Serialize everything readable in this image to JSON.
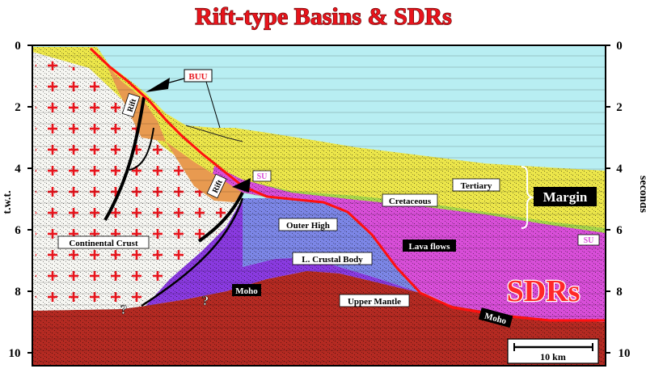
{
  "title": "Rift-type Basins & SDRs",
  "axes": {
    "left_label": "t.w.t.",
    "right_label": "seconds",
    "ticks": [
      "0",
      "2",
      "4",
      "6",
      "8",
      "10"
    ]
  },
  "labels": {
    "buu": "BUU",
    "rift1": "Rift",
    "rift2": "Rift",
    "su_left": "SU",
    "su_right": "SU",
    "tertiary": "Tertiary",
    "cretaceous": "Cretaceous",
    "margin": "Margin",
    "outer_high": "Outer High",
    "lava_flows": "Lava flows",
    "continental_crust": "Continental Crust",
    "l_crustal_body": "L. Crustal Body",
    "sdrs": "SDRs",
    "moho_left": "Moho",
    "moho_right": "Moho",
    "upper_mantle": "Upper Mantle",
    "question1": "?",
    "question2": "?",
    "scale": "10 km"
  },
  "colors": {
    "title": "#e8141c",
    "sea": "#b8eef2",
    "sediment_yellow": "#ece64a",
    "cretaceous_green": "#a8d64c",
    "lava_magenta": "#d84ed8",
    "outer_high_blue": "#7c86e6",
    "lower_crust_purple": "#8a3ae0",
    "mantle_red": "#b42a22",
    "rift_orange": "#e89a50",
    "crust_white": "#f6f6f2",
    "crust_cross": "#e8141c",
    "unconformity": "#ff1010"
  }
}
